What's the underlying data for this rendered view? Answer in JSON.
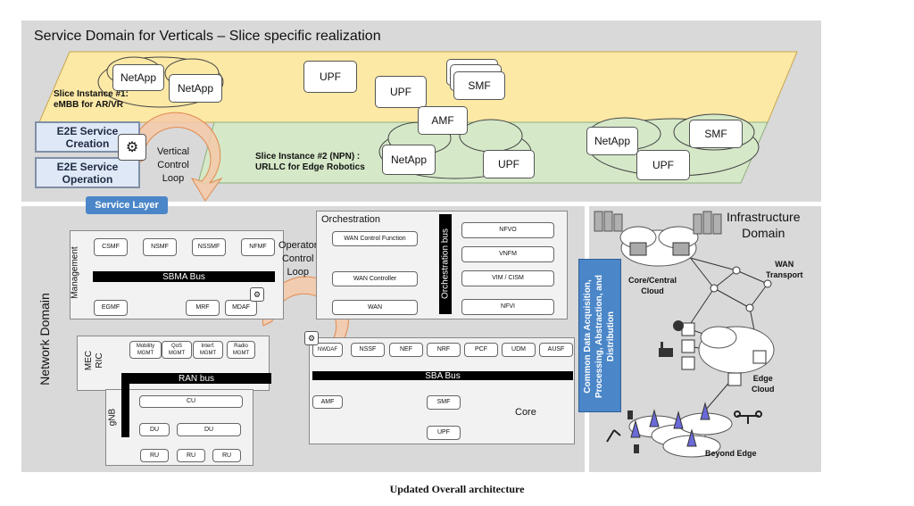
{
  "service_domain": {
    "title": "Service Domain for Verticals – Slice specific realization",
    "slice1_label": "Slice Instance #1:\neMBB for AR/VR",
    "slice2_label": "Slice Instance #2 (NPN) :\nURLLC for Edge Robotics",
    "netapp": "NetApp",
    "upf": "UPF",
    "smf": "SMF",
    "amf": "AMF",
    "e2e_creation": "E2E Service Creation",
    "e2e_operation": "E2E Service Operation",
    "vertical_loop": "Vertical\nControl\nLoop",
    "service_layer": "Service Layer"
  },
  "network_domain": {
    "title": "Network Domain",
    "management": {
      "label": "Management",
      "boxes": [
        "CSMF",
        "NSMF",
        "NSSMF",
        "NFMF"
      ],
      "bus": "SBMA Bus",
      "egmf": "EGMF",
      "mrf": "MRF",
      "mdaf": "MDAF"
    },
    "operator_loop": "Operator\nControl\nLoop",
    "orchestration": {
      "label": "Orchestration",
      "bus": "Orchestration bus",
      "wan_cf": "WAN Control Function",
      "wan_controller": "WAN Controller",
      "wan": "WAN",
      "nfvo": "NFVO",
      "vnfm": "VNFM",
      "vim": "VIM / CISM",
      "nfvi": "NFVI"
    },
    "ric": {
      "label": "MEC\nRIC",
      "boxes": [
        "Mobility\nMGMT",
        "QoS\nMGMT",
        "Interf.\nMGMT",
        "Radio\nMGMT"
      ],
      "bus": "RAN bus"
    },
    "gnb": {
      "label": "gNB",
      "cu": "CU",
      "du": "DU",
      "ru": "RU"
    },
    "core": {
      "label": "Core",
      "boxes": [
        "NWDAF",
        "NSSF",
        "NEF",
        "NRF",
        "PCF",
        "UDM",
        "AUSF"
      ],
      "bus": "SBA Bus",
      "amf": "AMF",
      "smf": "SMF",
      "upf": "UPF"
    },
    "data_acq": "Common Data Acquisition,\nProcessing, Abstraction, and\nDistribution"
  },
  "infrastructure": {
    "title": "Infrastructure\nDomain",
    "core_cloud": "Core/Central\nCloud",
    "wan_transport": "WAN\nTransport",
    "edge_cloud": "Edge\nCloud",
    "beyond_edge": "Beyond Edge"
  },
  "caption": "Updated Overall architecture",
  "colors": {
    "panel": "#d9d9d9",
    "slice1": "#fce9a6",
    "slice2": "#d5e8c8",
    "accent_blue": "#4a86c8",
    "loop_arrow": "#f4c9a8"
  }
}
